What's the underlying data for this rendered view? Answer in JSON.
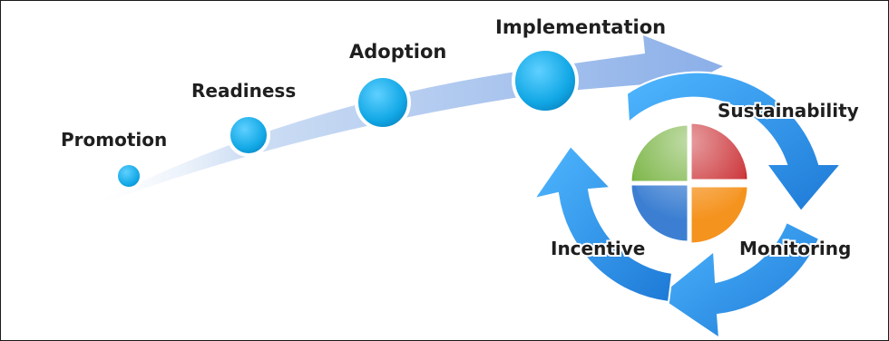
{
  "diagram": {
    "stages": [
      {
        "label": "Promotion"
      },
      {
        "label": "Readiness"
      },
      {
        "label": "Adoption"
      },
      {
        "label": "Implementation"
      }
    ],
    "cycle": [
      {
        "label": "Sustainability"
      },
      {
        "label": "Monitoring"
      },
      {
        "label": "Incentive"
      }
    ],
    "colors": {
      "arrow_band": "#a9c6ee",
      "stage_circle": "#12a8e6",
      "cycle_arrows": "#2c8fe8",
      "quad_green": "#74b13c",
      "quad_red": "#c8262b",
      "quad_blue": "#3c7fd2",
      "quad_orange": "#f5931f"
    }
  }
}
